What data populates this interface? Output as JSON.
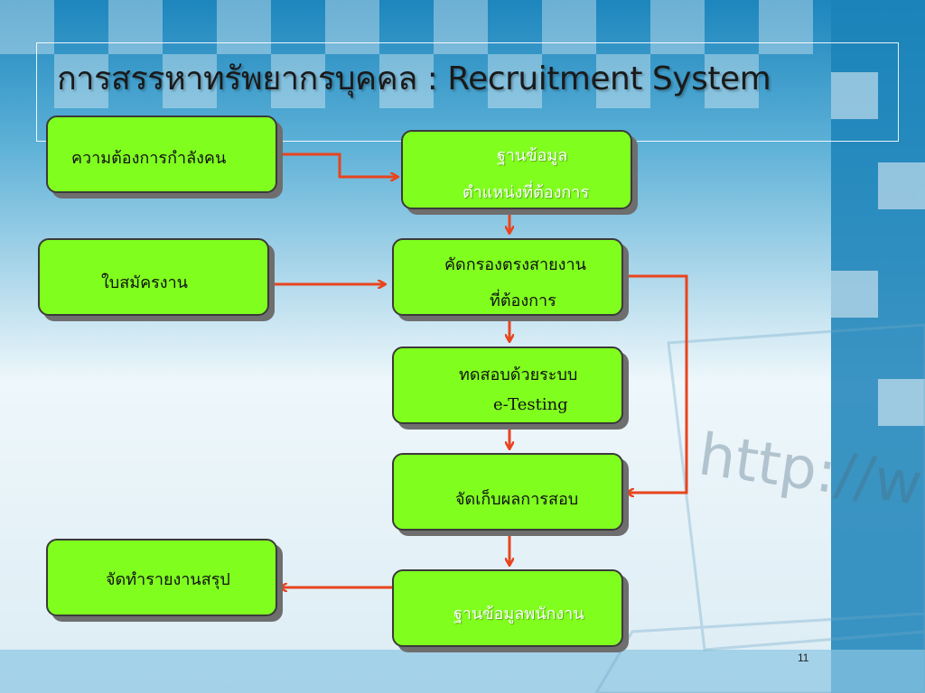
{
  "slide": {
    "title": "การสรรหาทรัพยากรบุคคล : Recruitment System",
    "page_number": "11",
    "background_text": "http://www"
  },
  "flowchart": {
    "manpower_need": "ความต้องการกำลังคน",
    "job_database_line1": "ฐานข้อมูล",
    "job_database_line2": "ตำแหน่งที่ต้องการ",
    "application_form": "ใบสมัครงาน",
    "screening_line1": "คัดกรองตรงสายงาน",
    "screening_line2": "ที่ต้องการ",
    "etesting_line1": "ทดสอบด้วยระบบ",
    "etesting_line2": "e-Testing",
    "store_results": "จัดเก็บผลการสอบ",
    "summary_report": "จัดทำรายงานสรุป",
    "employee_database": "ฐานข้อมูลพนักงาน"
  },
  "colors": {
    "box_fill": "#80ff1f",
    "arrow": "#e8441e",
    "background_top": "#1a82b8"
  }
}
